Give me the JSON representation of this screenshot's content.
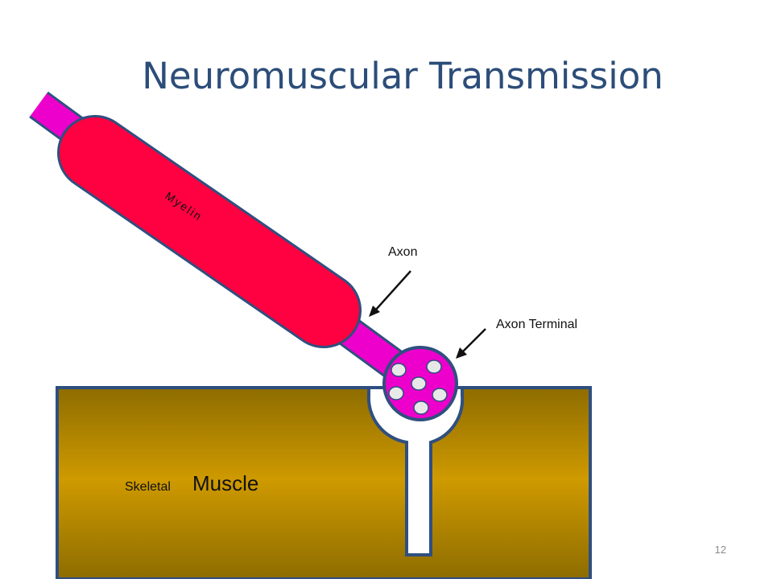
{
  "slide": {
    "title": "Neuromuscular Transmission",
    "page_number": "12"
  },
  "labels": {
    "myelin": "Myelin",
    "axon": "Axon",
    "axon_terminal": "Axon Terminal",
    "muscle_prefix": "Skeletal",
    "muscle_main": "Muscle"
  },
  "colors": {
    "title": "#2c4d79",
    "outline": "#2f4f7f",
    "axon": "#ee00cc",
    "myelin": "#ff0040",
    "muscle_top": "#8d6c00",
    "muscle_mid": "#cf9a00",
    "vesicle": "#e8e8e8"
  }
}
